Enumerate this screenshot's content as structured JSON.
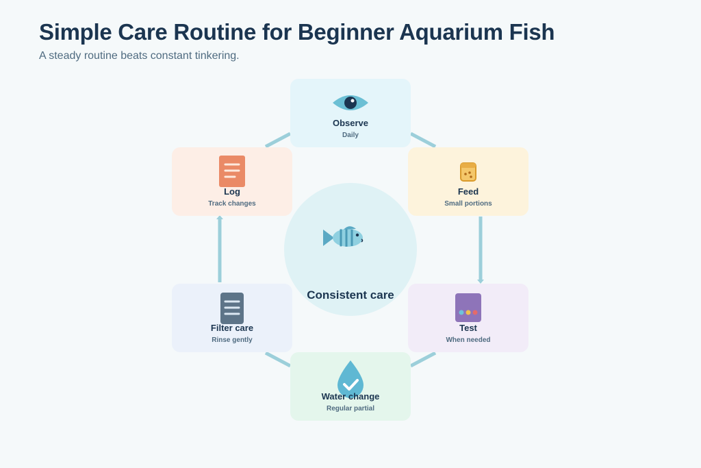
{
  "title": "Simple Care Routine for Beginner Aquarium Fish",
  "subtitle": "A steady routine beats constant tinkering.",
  "center": {
    "label": "Consistent care",
    "icon": "fish-icon"
  },
  "steps": [
    {
      "label": "Observe",
      "sub": "Daily",
      "icon": "eye-icon",
      "color": "#e4f5fa"
    },
    {
      "label": "Feed",
      "sub": "Small portions",
      "icon": "food-container-icon",
      "color": "#fdf3dc"
    },
    {
      "label": "Test",
      "sub": "When needed",
      "icon": "test-kit-icon",
      "color": "#f2ecf8"
    },
    {
      "label": "Water change",
      "sub": "Regular partial",
      "icon": "water-drop-check-icon",
      "color": "#e4f6ec"
    },
    {
      "label": "Filter care",
      "sub": "Rinse gently",
      "icon": "filter-icon",
      "color": "#ebf1fa"
    },
    {
      "label": "Log",
      "sub": "Track changes",
      "icon": "log-notes-icon",
      "color": "#fdeee6"
    }
  ],
  "connector_color": "#9ccfda"
}
